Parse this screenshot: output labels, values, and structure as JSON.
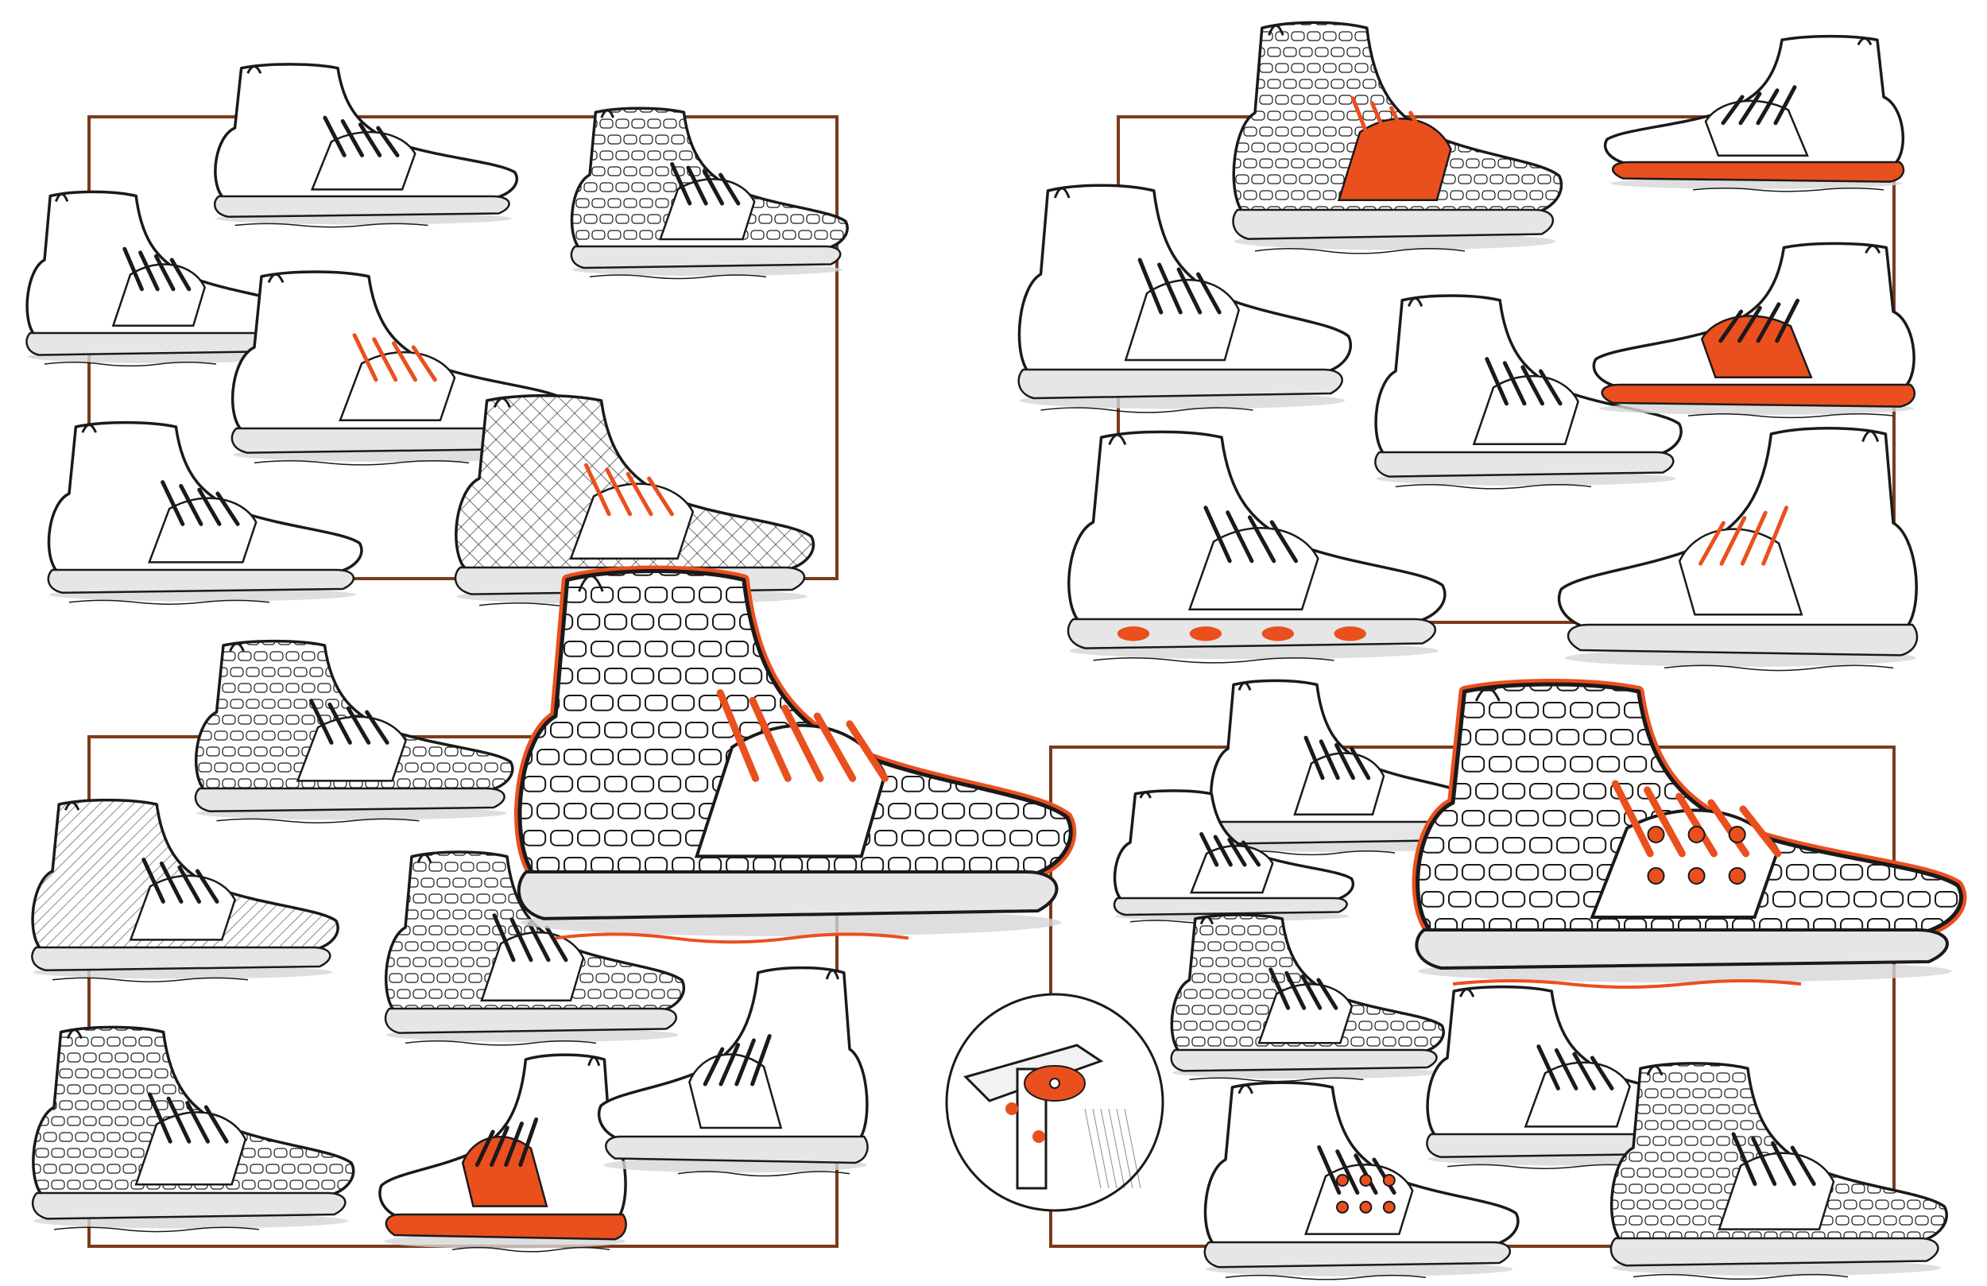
{
  "sheet": {
    "kind": "footwear concept sketch sheet",
    "background": "#ffffff",
    "colors": {
      "frame": "#7a3b1c",
      "accent": "#ea4f1e",
      "ink": "#1a1a1a",
      "shadow": "#d6d6d6",
      "sole": "#e6e6e6"
    }
  },
  "frames": [
    {
      "name": "frame-top-left"
    },
    {
      "name": "frame-top-right"
    },
    {
      "name": "frame-bottom-left"
    },
    {
      "name": "frame-bottom-right"
    }
  ],
  "sketches": [
    {
      "name": "sneaker-sketch-plain-high"
    },
    {
      "name": "sneaker-sketch-woven-strap"
    },
    {
      "name": "sneaker-sketch-plain-loop"
    },
    {
      "name": "sneaker-sketch-orange-laces"
    },
    {
      "name": "sneaker-sketch-perforated"
    },
    {
      "name": "sneaker-sketch-mesh-orange-laces"
    },
    {
      "name": "sneaker-sketch-woven-straps"
    },
    {
      "name": "sneaker-sketch-hatched-high"
    },
    {
      "name": "sneaker-sketch-woven-oval"
    },
    {
      "name": "sneaker-sketch-woven-low"
    },
    {
      "name": "sneaker-sketch-orange-cage"
    },
    {
      "name": "hero-sneaker-woven"
    },
    {
      "name": "sneaker-sketch-woven-orange-cage"
    },
    {
      "name": "sneaker-sketch-sock-loop"
    },
    {
      "name": "sneaker-sketch-orange-sole-pods"
    },
    {
      "name": "sneaker-sketch-orange-base"
    },
    {
      "name": "sneaker-sketch-orange-heel"
    },
    {
      "name": "sneaker-sketch-cross-straps"
    },
    {
      "name": "sneaker-sketch-fan-laces"
    },
    {
      "name": "sneaker-sketch-dotted"
    },
    {
      "name": "sneaker-sketch-orange-dots-low"
    },
    {
      "name": "hero-sneaker-woven-pins"
    },
    {
      "name": "eyelet-detail-circle"
    },
    {
      "name": "sneaker-sketch-woven-orange-oval"
    },
    {
      "name": "sneaker-sketch-pin-cage"
    },
    {
      "name": "sneaker-sketch-orange-spots"
    },
    {
      "name": "sneaker-sketch-woven-pins-low"
    },
    {
      "name": "sneaker-sketch-plain-mid"
    }
  ]
}
